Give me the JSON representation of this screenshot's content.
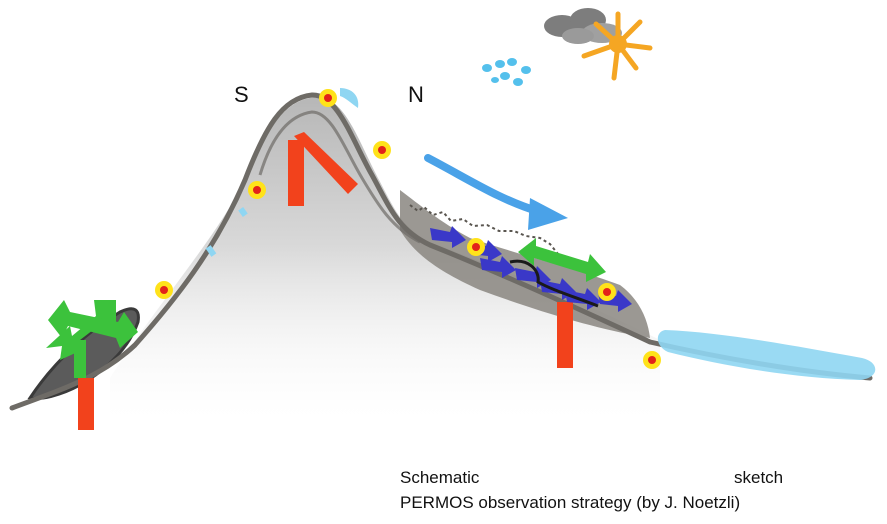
{
  "labels": {
    "south": "S",
    "north": "N"
  },
  "caption": {
    "line1_left": "Schematic",
    "line1_right": "sketch",
    "line2": "PERMOS observation strategy (by J. Noetzli)"
  },
  "icons": [
    "cloud-icon",
    "sun-icon",
    "snowflakes-icon",
    "wind-arrow-icon",
    "borehole-icon",
    "survey-point-icon",
    "displacement-arrow-icon"
  ],
  "colors": {
    "terrain_outline": "#6e6b66",
    "borehole": "#f2421c",
    "survey_point_fill": "#ffe21a",
    "survey_point_center": "#e2231a",
    "displacement_arrow": "#3cc23c",
    "creep_arrow": "#3a38c8",
    "water": "#8fd6f2",
    "wind_arrow": "#4aa2e8",
    "sun": "#f5a623",
    "cloud": "#7d7d7d"
  }
}
